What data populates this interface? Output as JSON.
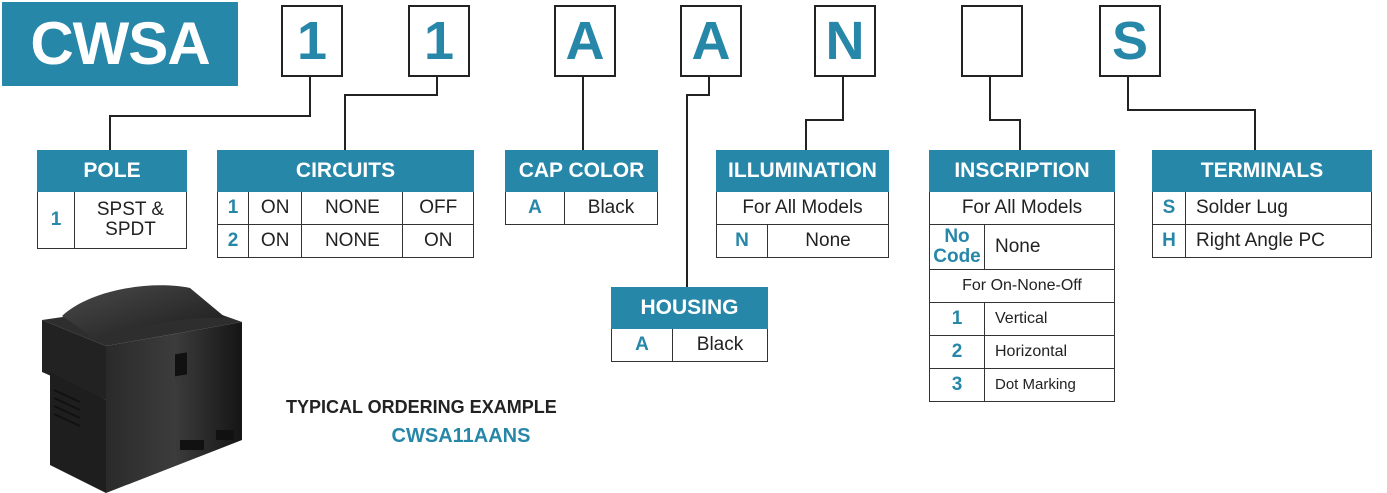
{
  "prefix": "CWSA",
  "code_boxes": [
    "1",
    "1",
    "A",
    "A",
    "N",
    "",
    "S"
  ],
  "pole": {
    "title": "POLE",
    "rows": [
      {
        "code": "1",
        "desc": "SPST & SPDT"
      }
    ]
  },
  "circuits": {
    "title": "CIRCUITS",
    "rows": [
      {
        "code": "1",
        "c1": "ON",
        "c2": "NONE",
        "c3": "OFF"
      },
      {
        "code": "2",
        "c1": "ON",
        "c2": "NONE",
        "c3": "ON"
      }
    ]
  },
  "cap_color": {
    "title": "CAP COLOR",
    "rows": [
      {
        "code": "A",
        "desc": "Black"
      }
    ]
  },
  "housing": {
    "title": "HOUSING",
    "rows": [
      {
        "code": "A",
        "desc": "Black"
      }
    ]
  },
  "illumination": {
    "title": "ILLUMINATION",
    "subheader": "For All Models",
    "rows": [
      {
        "code": "N",
        "desc": "None"
      }
    ]
  },
  "inscription": {
    "title": "INSCRIPTION",
    "subheader1": "For All Models",
    "nocode_line1": "No",
    "nocode_line2": "Code",
    "nocode_desc": "None",
    "subheader2": "For On-None-Off",
    "rows": [
      {
        "code": "1",
        "desc": "Vertical"
      },
      {
        "code": "2",
        "desc": "Horizontal"
      },
      {
        "code": "3",
        "desc": "Dot Marking"
      }
    ]
  },
  "terminals": {
    "title": "TERMINALS",
    "rows": [
      {
        "code": "S",
        "desc": "Solder Lug"
      },
      {
        "code": "H",
        "desc": "Right Angle PC"
      }
    ]
  },
  "example": {
    "label": "TYPICAL ORDERING EXAMPLE",
    "code": "CWSA11AANS"
  },
  "colors": {
    "accent": "#2787a8",
    "text": "#222222"
  },
  "icons": {
    "product": "rocker-switch-image"
  }
}
